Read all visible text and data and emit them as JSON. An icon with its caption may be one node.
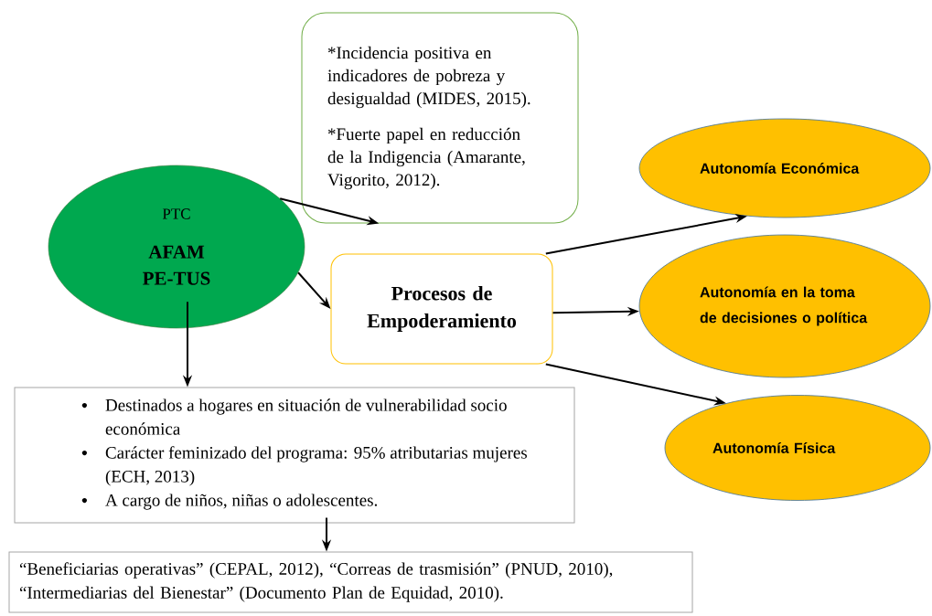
{
  "diagram": {
    "nodes": [
      {
        "text": [
          "PTC",
          "AFAM PE-TUS"
        ]
      },
      {
        "text": [
          "*Incidencia positiva en indicadores de pobreza y desigualdad (MIDES, 2015).",
          "*Fuerte papel en reducción de la Indigencia (Amarante, Vigorito, 2012)."
        ]
      },
      {
        "text": [
          "Procesos de Empoderamiento"
        ]
      },
      {
        "text": [
          "Autonomía Económica"
        ]
      },
      {
        "text": [
          "Autonomía en la toma de decisiones o política"
        ]
      },
      {
        "text": [
          "Autonomía Física"
        ]
      },
      {
        "text": [
          "Destinados a hogares en situación de vulnerabilidad socio económica",
          "Carácter feminizado del programa: 95% atributarias mujeres (ECH, 2013)",
          "A cargo de niños, niñas o adolescentes."
        ]
      },
      {
        "text": [
          "“Beneficiarias operativas” (CEPAL, 2012), “Correas de trasmisión” (PNUD, 2010), “Intermediarias del Bienestar” (Documento Plan de Equidad, 2010)."
        ]
      }
    ],
    "edges": [
      {
        "from": 0,
        "to": 1,
        "arrow": "to"
      },
      {
        "from": 0,
        "to": 2,
        "arrow": "to"
      },
      {
        "from": 2,
        "to": 3,
        "arrow": "to"
      },
      {
        "from": 2,
        "to": 4,
        "arrow": "to"
      },
      {
        "from": 2,
        "to": 5,
        "arrow": "to"
      },
      {
        "from": 0,
        "to": 6,
        "arrow": "to"
      },
      {
        "from": 6,
        "to": 7,
        "arrow": "to"
      }
    ]
  }
}
